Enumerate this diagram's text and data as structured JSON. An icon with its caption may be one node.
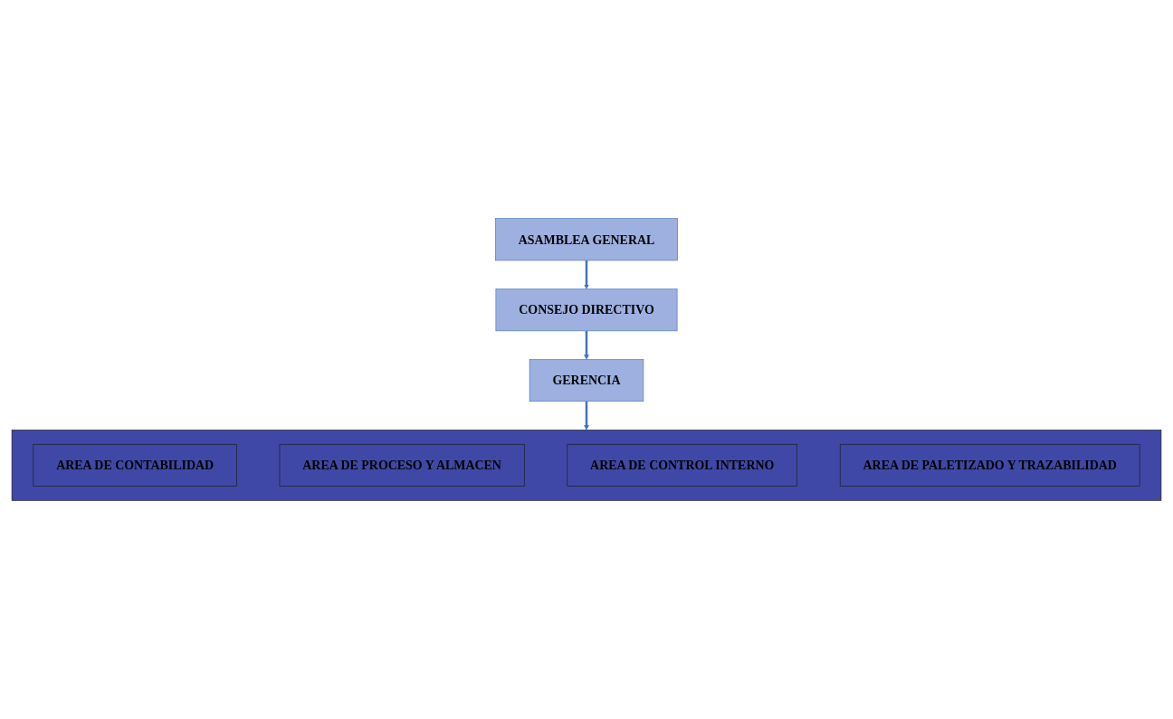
{
  "diagram": {
    "nodes": [
      {
        "text": [
          "ASAMBLEA GENERAL"
        ]
      },
      {
        "text": [
          "CONSEJO DIRECTIVO"
        ]
      },
      {
        "text": [
          "GERENCIA"
        ]
      },
      {
        "text": [],
        "shape": "box"
      },
      {
        "text": [
          "AREA DE CONTABILIDAD"
        ],
        "in": 3
      },
      {
        "text": [
          "AREA DE PROCESO Y ALMACEN"
        ],
        "in": 3
      },
      {
        "text": [
          "AREA DE CONTROL INTERNO"
        ],
        "in": 3
      },
      {
        "text": [
          "AREA DE PALETIZADO Y TRAZABILIDAD"
        ],
        "in": 3
      }
    ],
    "edges": [
      {
        "from": 0,
        "to": 1,
        "arrow": "to"
      },
      {
        "from": 1,
        "to": 2,
        "arrow": "to"
      },
      {
        "from": 2,
        "to": 3,
        "arrow": "to"
      }
    ]
  }
}
